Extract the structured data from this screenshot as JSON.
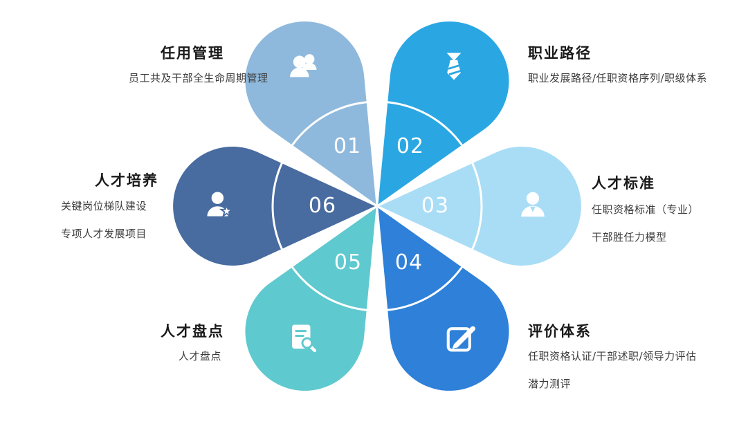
{
  "diagram": {
    "circle_color": "#ffffff",
    "petals": [
      {
        "number": "01",
        "title": "任用管理",
        "descriptions": [
          "员工共及干部全生命周期管理"
        ],
        "color": "#8FB9DC",
        "icon": "users-icon"
      },
      {
        "number": "02",
        "title": "职业路径",
        "descriptions": [
          "职业发展路径/任职资格序列/职级体系"
        ],
        "color": "#2AA7E2",
        "icon": "tie-icon"
      },
      {
        "number": "03",
        "title": "人才标准",
        "descriptions": [
          "任职资格标准（专业）",
          "干部胜任力模型"
        ],
        "color": "#A9DDF6",
        "icon": "user-icon"
      },
      {
        "number": "04",
        "title": "评价体系",
        "descriptions": [
          "任职资格认证/干部述职/领导力评估",
          "潜力测评"
        ],
        "color": "#2E80D8",
        "icon": "edit-icon"
      },
      {
        "number": "05",
        "title": "人才盘点",
        "descriptions": [
          "人才盘点"
        ],
        "color": "#5EC9CE",
        "icon": "report-search-icon"
      },
      {
        "number": "06",
        "title": "人才培养",
        "descriptions": [
          "关键岗位梯队建设",
          "专项人才发展项目"
        ],
        "color": "#486BA0",
        "icon": "user-star-icon"
      }
    ]
  }
}
